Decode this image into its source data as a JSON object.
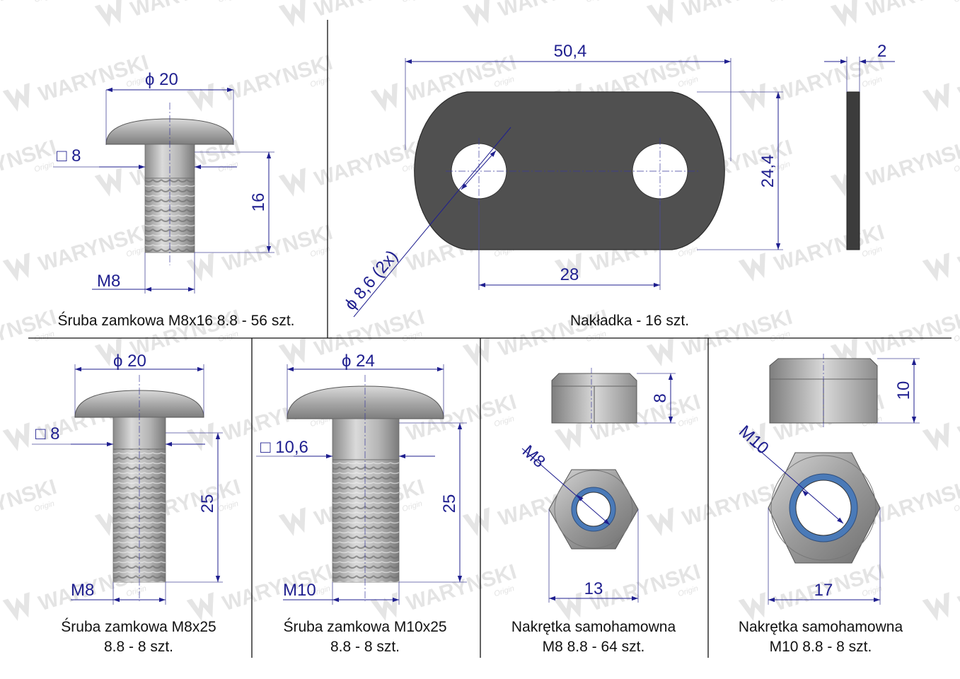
{
  "watermark": {
    "brand": "WARYNSKI",
    "sub": "Origin"
  },
  "parts": [
    {
      "caption": "Śruba zamkowa M8x16 8.8 - 56 szt.",
      "dims": {
        "head": "ϕ 20",
        "square": "□ 8",
        "length": "16",
        "thread": "M8"
      }
    },
    {
      "caption": "Nakładka - 16 szt.",
      "dims": {
        "length": "50,4",
        "thickness": "2",
        "width": "24,4",
        "spacing": "28",
        "hole": "ϕ 8,6 (2x)"
      }
    },
    {
      "caption_line1": "Śruba zamkowa M8x25",
      "caption_line2": "8.8 - 8 szt.",
      "dims": {
        "head": "ϕ 20",
        "square": "□ 8",
        "length": "25",
        "thread": "M8"
      }
    },
    {
      "caption_line1": "Śruba zamkowa M10x25",
      "caption_line2": "8.8 - 8 szt.",
      "dims": {
        "head": "ϕ 24",
        "square": "□ 10,6",
        "length": "25",
        "thread": "M10"
      }
    },
    {
      "caption_line1": "Nakrętka samohamowna",
      "caption_line2": "M8 8.8 - 64 szt.",
      "dims": {
        "height": "8",
        "thread": "M8",
        "width": "13"
      }
    },
    {
      "caption_line1": "Nakrętka samohamowna",
      "caption_line2": "M10 8.8 - 8 szt.",
      "dims": {
        "height": "10",
        "thread": "M10",
        "width": "17"
      }
    }
  ]
}
